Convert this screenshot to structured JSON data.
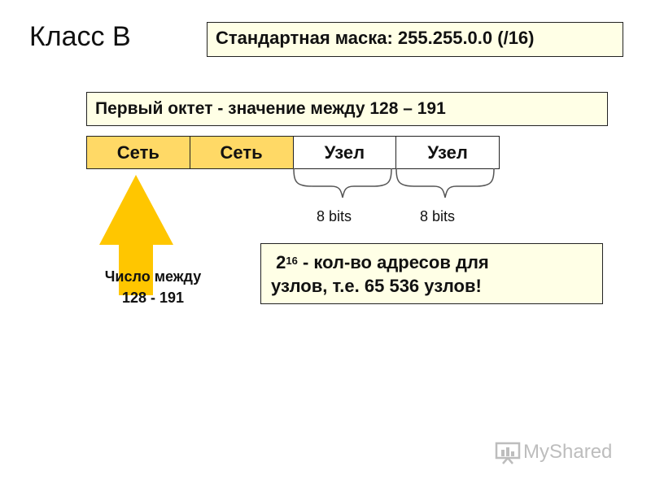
{
  "title": "Класс B",
  "mask": "Стандартная маска: 255.255.0.0 (/16)",
  "first_octet": "Первый октет - значение между 128 – 191",
  "octets": [
    "Сеть",
    "Сеть",
    "Узел",
    "Узел"
  ],
  "bits": [
    "8 bits",
    "8 bits"
  ],
  "number_label": {
    "line1": "Число между",
    "line2": "128 - 191"
  },
  "host_count": {
    "base": "2",
    "exponent": "16",
    "line1_rest": " - кол-во адресов для",
    "line2": "узлов, т.е.  65 536 узлов!"
  },
  "logo": "MyShared",
  "colors": {
    "network": "#ffd966",
    "box_fill": "#ffffe6",
    "arrow": "#ffc600"
  }
}
